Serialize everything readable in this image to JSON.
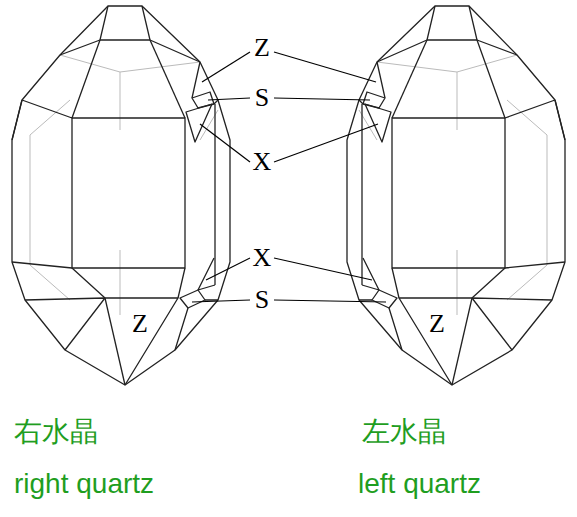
{
  "diagram": {
    "labels": [
      "Z",
      "S",
      "X",
      "X",
      "S",
      "Z",
      "Z",
      "右水晶",
      "right quartz",
      "左水晶",
      "left quartz"
    ]
  }
}
